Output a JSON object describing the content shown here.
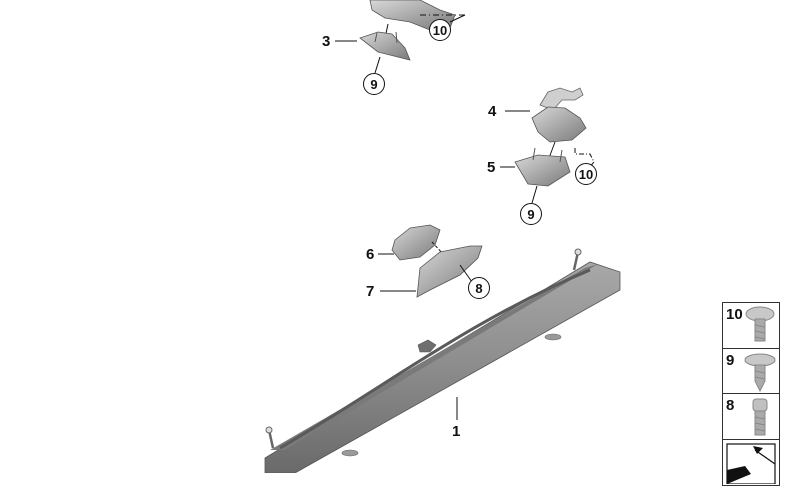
{
  "diagram": {
    "type": "exploded parts diagram",
    "subject": "Roller blind / load-space cover assembly with brackets and screws",
    "callouts": [
      {
        "id": "1",
        "label": "1"
      },
      {
        "id": "3",
        "label": "3"
      },
      {
        "id": "4",
        "label": "4"
      },
      {
        "id": "5",
        "label": "5"
      },
      {
        "id": "6",
        "label": "6"
      },
      {
        "id": "7",
        "label": "7"
      }
    ],
    "circled_callouts": [
      {
        "id": "10a",
        "label": "10"
      },
      {
        "id": "9a",
        "label": "9"
      },
      {
        "id": "10b",
        "label": "10"
      },
      {
        "id": "9b",
        "label": "9"
      },
      {
        "id": "8",
        "label": "8"
      }
    ],
    "legend": [
      {
        "label": "10",
        "part": "flange-head screw"
      },
      {
        "label": "9",
        "part": "self-tapping washer-head screw"
      },
      {
        "label": "8",
        "part": "socket-head bolt"
      },
      {
        "label": "",
        "part": "arrow-icon"
      }
    ]
  },
  "colors": {
    "part_dark": "#6e6e6e",
    "part_mid": "#9a9a9a",
    "part_light": "#c9c9c9",
    "line": "#111111"
  }
}
